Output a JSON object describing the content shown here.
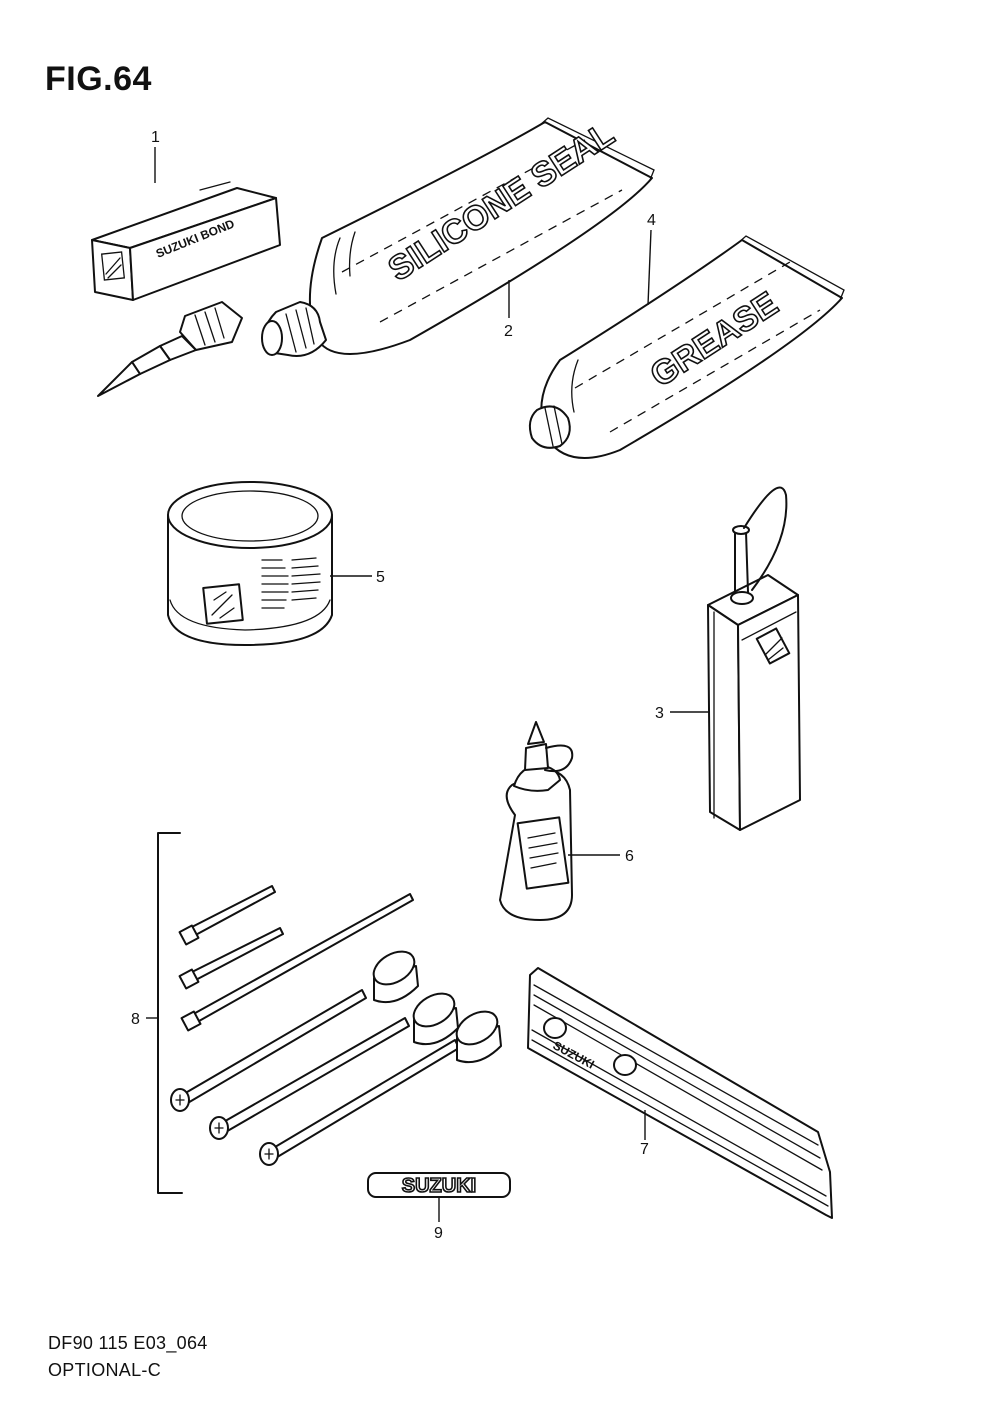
{
  "header": {
    "title": "FIG.64"
  },
  "footer": {
    "line1": "DF90 115 E03_064",
    "line2": "OPTIONAL-C"
  },
  "labels": {
    "bond": "SUZUKI BOND",
    "silicone": "SILICONE SEAL",
    "grease": "GREASE",
    "emblem": "SUZUKI",
    "strip": "SUZUKI"
  },
  "callouts": [
    "1",
    "2",
    "3",
    "4",
    "5",
    "6",
    "7",
    "8",
    "9"
  ]
}
